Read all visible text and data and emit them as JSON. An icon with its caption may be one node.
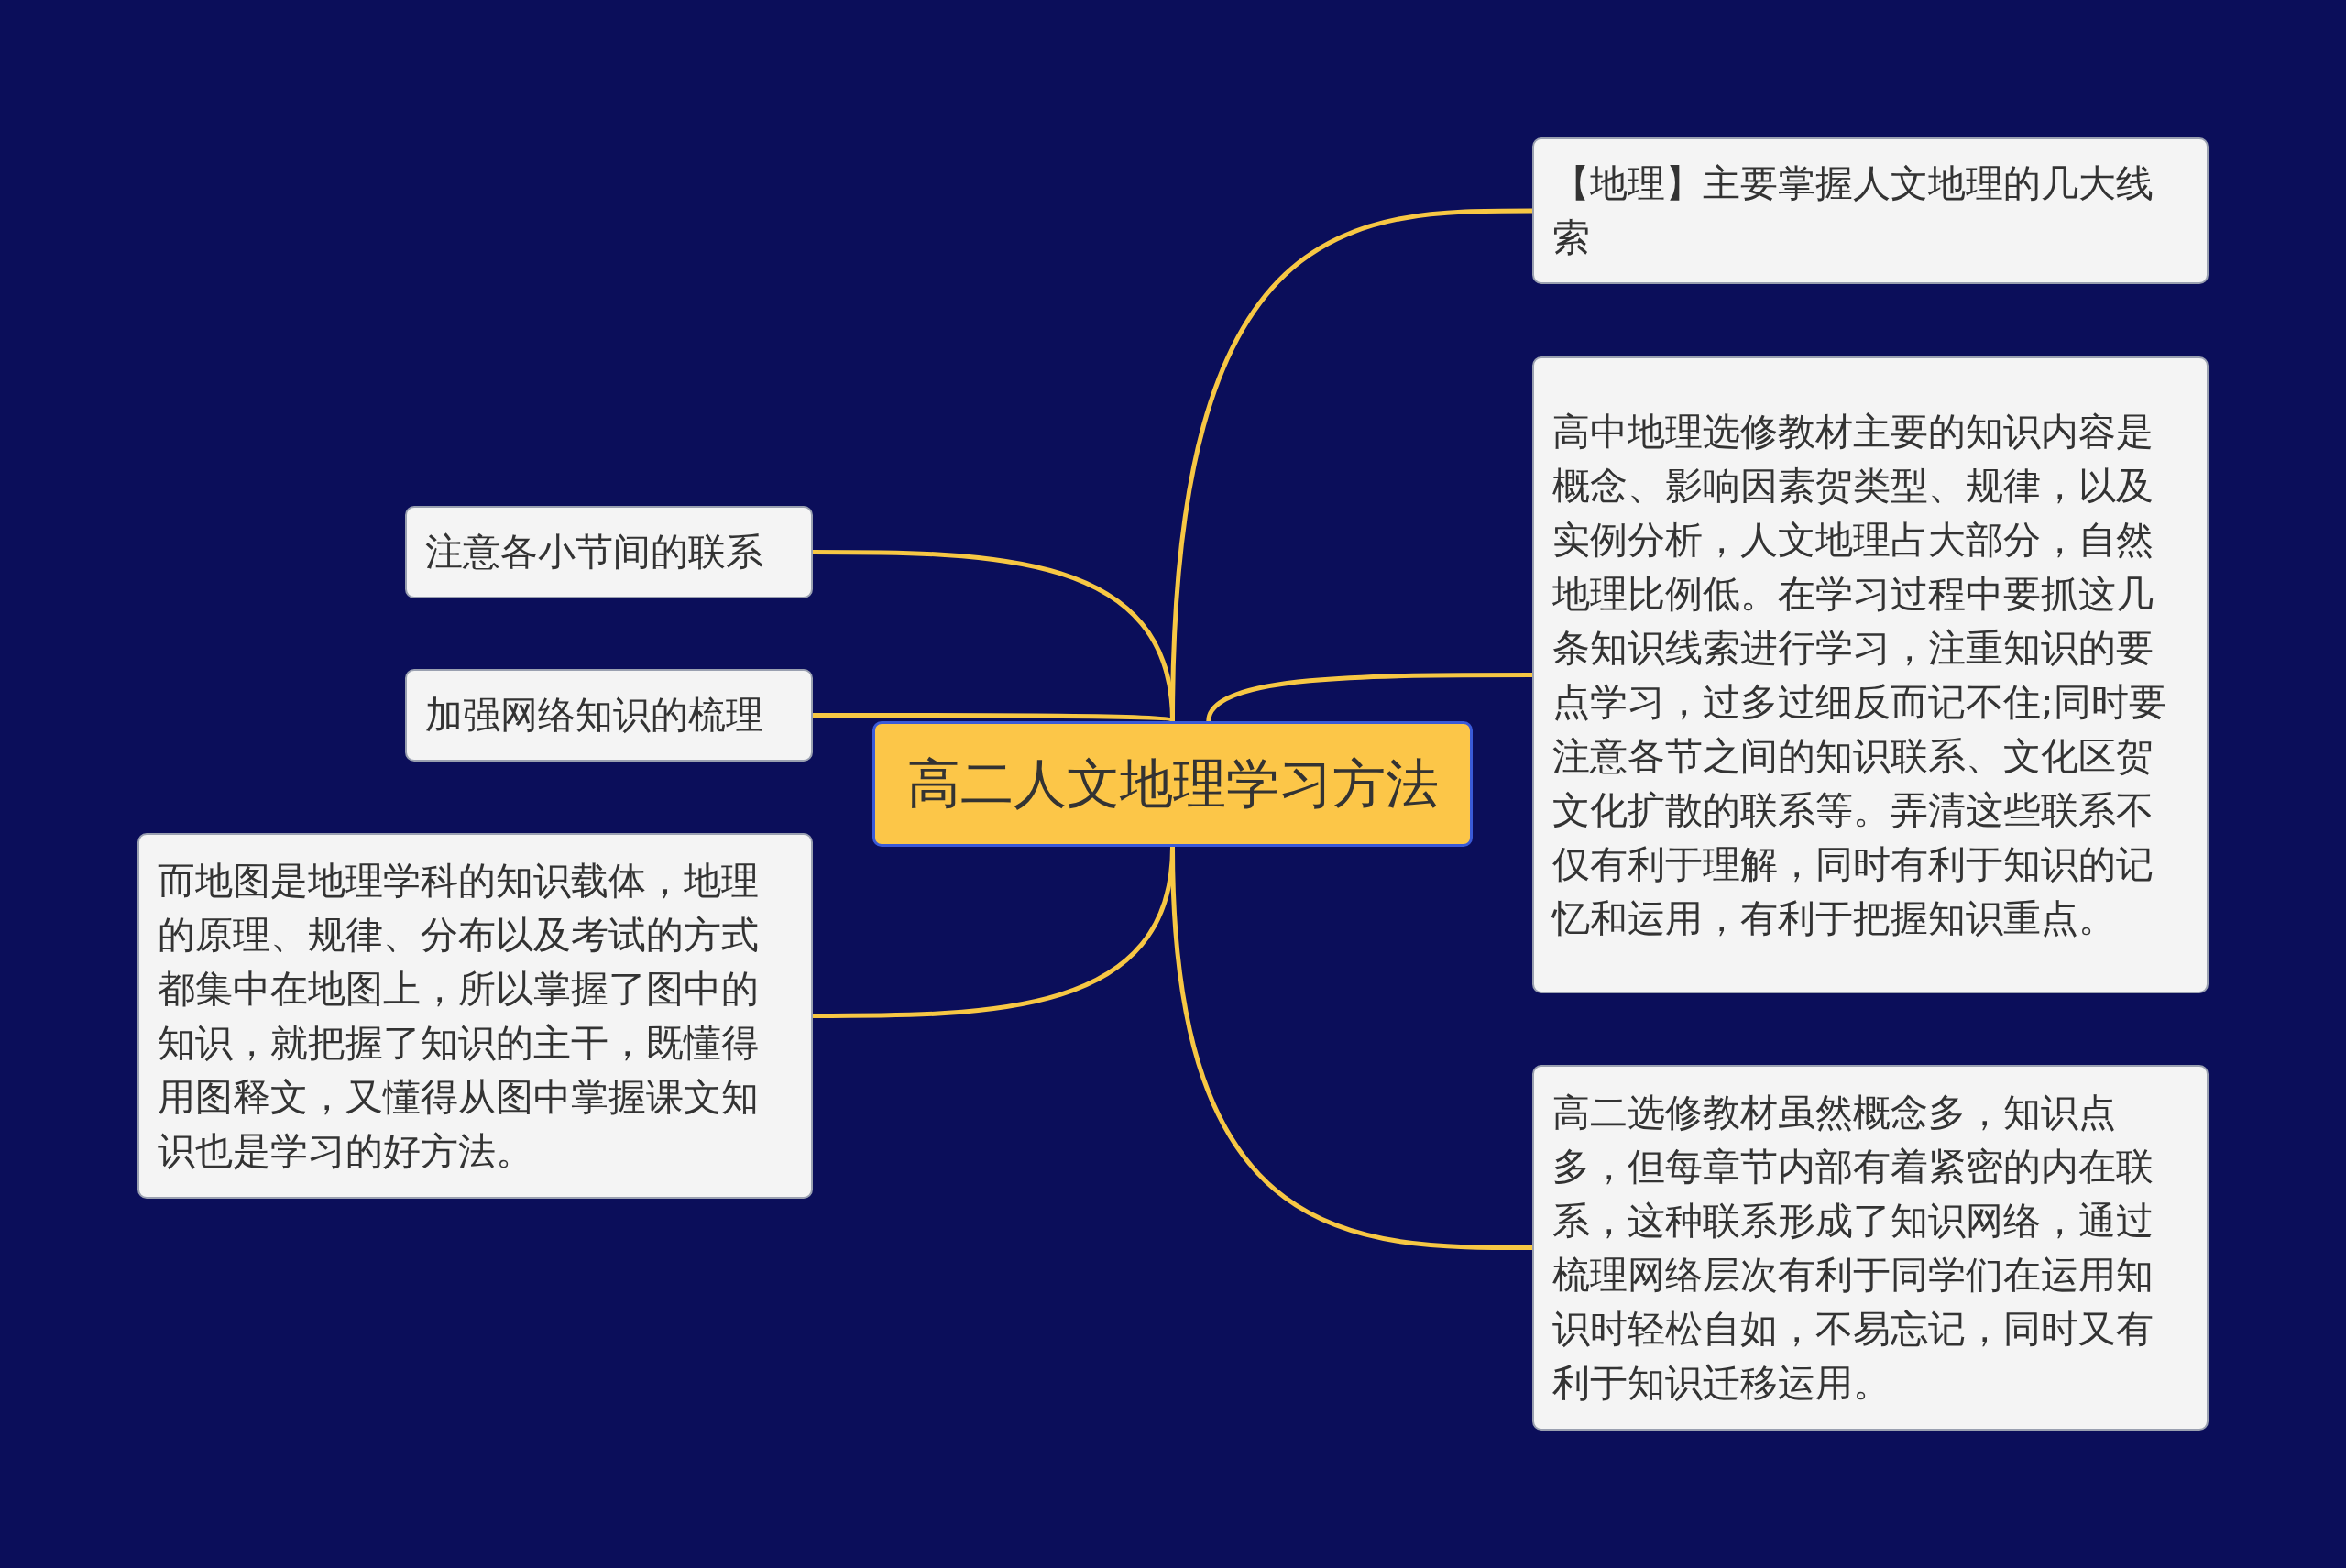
{
  "diagram": {
    "nodes": [
      {
        "text": [
          "高二人文地理学习方法"
        ]
      },
      {
        "text": [
          "注意各小节间的联系"
        ]
      },
      {
        "text": [
          "加强网络知识的梳理"
        ]
      },
      {
        "text": [
          "而地图是地理学科的知识载体，地理的原理、规律、分布以及考试的方式都集中在地图上，所以掌握了图中的知识，就把握了知识的主干，既懂得用图释文，又懂得从图中掌握课文知识也是学习的好方法。"
        ]
      },
      {
        "text": [
          "【地理】主要掌握人文地理的几大线索"
        ]
      },
      {
        "text": [
          "高中地理选修教材主要的知识内容是概念、影响因素贺类型、规律，以及实例分析，人文地理占大部分，自然地理比例低。在学习过程中要抓这几条知识线索进行学习，注重知识的要点学习，过多过细反而记不住;同时要注意各节之间的知识联系、文化区贺文化扩散的联系等。弄清这些联系不仅有利于理解，同时有利于知识的记忆和运用，有利于把握知识重点。"
        ]
      },
      {
        "text": [
          "高二选修教材虽然概念多，知识点多，但每章节内部有着紧密的内在联系，这种联系形成了知识网络，通过梳理网络层次有利于同学们在运用知识时轻松自如，不易忘记，同时又有利于知识迁移运用。"
        ]
      }
    ],
    "edges": [
      {
        "from": 0,
        "to": 1,
        "arrow": "none"
      },
      {
        "from": 0,
        "to": 2,
        "arrow": "none"
      },
      {
        "from": 0,
        "to": 3,
        "arrow": "none"
      },
      {
        "from": 0,
        "to": 4,
        "arrow": "none"
      },
      {
        "from": 0,
        "to": 5,
        "arrow": "none"
      },
      {
        "from": 0,
        "to": 6,
        "arrow": "none"
      }
    ]
  }
}
